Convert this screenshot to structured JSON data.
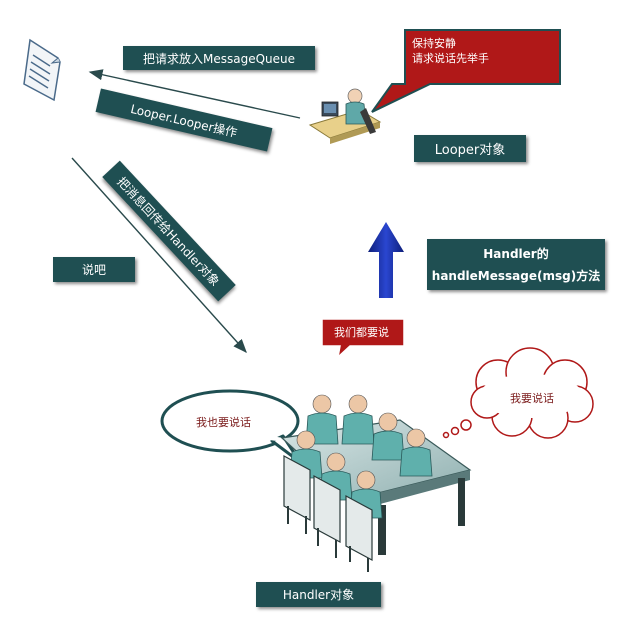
{
  "labels": {
    "put_into_queue": "把请求放入MessageQueue",
    "looper_operation": "Looper.Looper操作",
    "pass_back_to_handler": "把消息回传给Handler对象",
    "say_it": "说吧",
    "looper_object": "Looper对象",
    "handle_message_line1": "Handler的",
    "handle_message_line2": "handleMessage(msg)方法",
    "we_all_speak": "我们都要说",
    "handler_object": "Handler对象"
  },
  "callout": {
    "line1": "保持安静",
    "line2": "请求说话先举手"
  },
  "bubbles": {
    "left": "我也要说话",
    "right": "我要说话"
  },
  "colors": {
    "label_bg": "#1f4f52",
    "callout_red": "#b01818",
    "up_arrow": "#1a2fa8",
    "bubble_border": "#1f4f52"
  }
}
